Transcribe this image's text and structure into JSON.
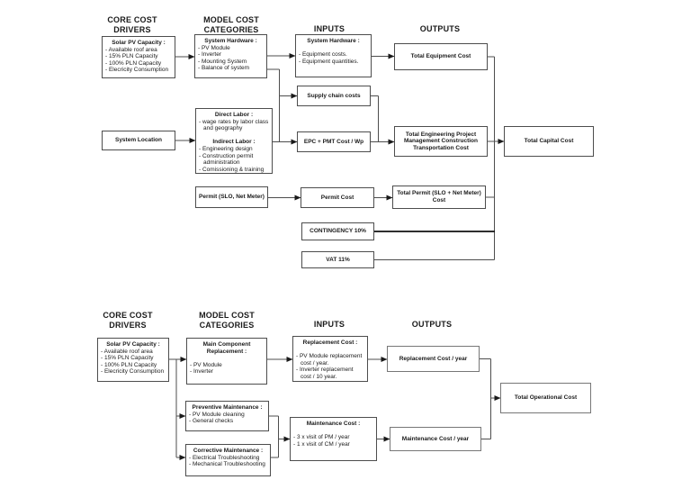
{
  "colors": {
    "ink": "#1a1a1a",
    "box_border": "#4d4d4d",
    "background": "#ffffff"
  },
  "headers": {
    "drivers": "CORE COST DRIVERS",
    "categories": "MODEL COST CATEGORIES",
    "inputs": "INPUTS",
    "outputs": "OUTPUTS"
  },
  "capex": {
    "boxes": {
      "solar_pv": {
        "title": "Solar PV Capacity :",
        "items": [
          "- Available roof area",
          "- 15% PLN Capacity",
          "- 100% PLN Capacity",
          "- Elecricity Consumption"
        ]
      },
      "system_hardware_cat": {
        "title": "System Hardware :",
        "items": [
          "- PV Module",
          "- Inverter",
          "- Mounting System",
          "- Balance of system"
        ]
      },
      "system_hardware_input": {
        "title": "System Hardware :",
        "items": [
          "- Equipment costs.",
          "- Equipment quantities."
        ]
      },
      "total_equipment": {
        "label": "Total Equipment Cost"
      },
      "supply_chain": {
        "label": "Supply chain costs"
      },
      "labor": {
        "title1": "Direct Labor :",
        "items1": [
          "- wage rates by labor class and geography"
        ],
        "title2": "Indirect Labor :",
        "items2": [
          "- Engineering design",
          "- Construction permit administration",
          "- Comissioning & training"
        ]
      },
      "system_location": {
        "label": "System Location"
      },
      "epc_pmt": {
        "label": "EPC + PMT Cost / Wp"
      },
      "total_engineering": {
        "label": "Total Engineering Project Management Construction Transportation Cost"
      },
      "total_capital": {
        "label": "Total Capital Cost"
      },
      "permit_driver": {
        "label": "Permit (SLO, Net Meter)"
      },
      "permit_cost": {
        "label": "Permit Cost"
      },
      "total_permit": {
        "label": "Total Permit (SLO + Net Meter) Cost"
      },
      "contingency": {
        "label": "CONTINGENCY 10%"
      },
      "vat": {
        "label": "VAT 11%"
      }
    }
  },
  "opex": {
    "boxes": {
      "solar_pv": {
        "title": "Solar PV Capacity :",
        "items": [
          "- Available roof area",
          "- 15% PLN Capacity",
          "- 100% PLN Capacity",
          "- Elecricity Consumption"
        ]
      },
      "main_component": {
        "title": "Main Component Replacement :",
        "items": [
          "- PV Module",
          "- Inverter"
        ]
      },
      "replacement_input": {
        "title": "Replacement Cost :",
        "items": [
          "- PV Module replacement cost / year.",
          "- Inverter replacement cost / 10 year."
        ]
      },
      "replacement_output": {
        "label": "Replacement Cost / year"
      },
      "preventive": {
        "title": "Preventive Maintenance :",
        "items": [
          "- PV Module cleaning",
          "- General checks"
        ]
      },
      "corrective": {
        "title": "Corrective Maintenance :",
        "items": [
          "- Electrical Troubleshooting",
          "- Mechanical Troubleshooting"
        ]
      },
      "maintenance_input": {
        "title": "Maintenance Cost :",
        "items": [
          "- 3 x visit of PM / year",
          "- 1 x visit of CM / year"
        ]
      },
      "maintenance_output": {
        "label": "Maintenance Cost / year"
      },
      "total_operational": {
        "label": "Total Operational Cost"
      }
    }
  }
}
